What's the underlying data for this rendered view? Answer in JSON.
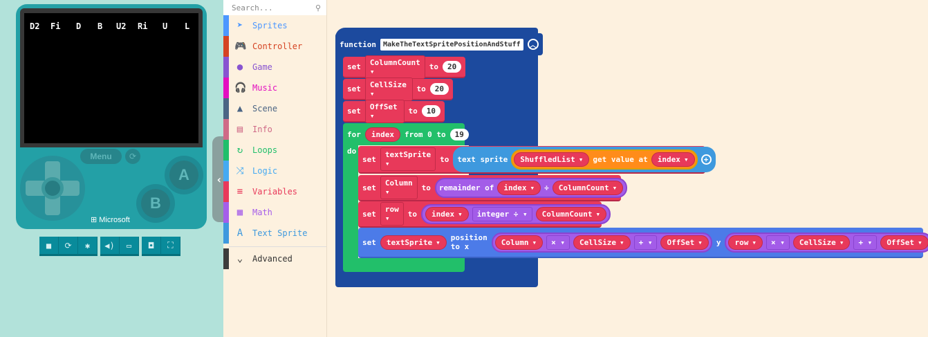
{
  "simulator": {
    "screen_text": [
      "D2",
      "Fi",
      "D",
      "B",
      "U2",
      "Ri",
      "U",
      "L"
    ],
    "menu_label": "Menu",
    "button_a": "A",
    "button_b": "B",
    "brand": "Microsoft",
    "toolbar_icons": [
      "stop-icon",
      "restart-icon",
      "debug-icon",
      "sound-icon",
      "keyboard-icon",
      "screenshot-icon",
      "fullscreen-icon"
    ]
  },
  "toolbox": {
    "search_placeholder": "Search...",
    "categories": [
      {
        "label": "Sprites",
        "color": "#4c97ff",
        "icon": "➤"
      },
      {
        "label": "Controller",
        "color": "#d54322",
        "icon": "🎮"
      },
      {
        "label": "Game",
        "color": "#8854d0",
        "icon": "●"
      },
      {
        "label": "Music",
        "color": "#e30fc0",
        "icon": "🎧"
      },
      {
        "label": "Scene",
        "color": "#4b6584",
        "icon": "▲"
      },
      {
        "label": "Info",
        "color": "#cf6a87",
        "icon": "▤"
      },
      {
        "label": "Loops",
        "color": "#20bf6b",
        "icon": "↻"
      },
      {
        "label": "Logic",
        "color": "#45aaf2",
        "icon": "⤨"
      },
      {
        "label": "Variables",
        "color": "#e8395a",
        "icon": "≡"
      },
      {
        "label": "Math",
        "color": "#a55eea",
        "icon": "▦"
      },
      {
        "label": "Text Sprite",
        "color": "#3e99de",
        "icon": "A"
      }
    ],
    "advanced": "Advanced"
  },
  "code": {
    "function_kw": "function",
    "function_name": "MakeTheTextSpritePositionAndStuff",
    "sets": [
      {
        "var": "ColumnCount",
        "value": "20"
      },
      {
        "var": "CellSize",
        "value": "20"
      },
      {
        "var": "OffSet",
        "value": "10"
      }
    ],
    "set_kw": "set",
    "to_kw": "to",
    "for": {
      "kw": "for",
      "var": "index",
      "from": "from 0 to",
      "to": "19",
      "do": "do"
    },
    "body": {
      "r1": {
        "var": "textSprite",
        "fn": "text sprite",
        "list": "ShuffledList",
        "get": "get value at",
        "idx": "index"
      },
      "r2": {
        "var": "Column",
        "fn": "remainder of",
        "a": "index",
        "op": "÷",
        "b": "ColumnCount"
      },
      "r3": {
        "var": "row",
        "a": "index",
        "op": "integer ÷",
        "b": "ColumnCount"
      },
      "r4": {
        "var": "textSprite",
        "fn": "position to x",
        "x": [
          "Column",
          "×",
          "CellSize",
          "+",
          "OffSet"
        ],
        "y_kw": "y",
        "y": [
          "row",
          "×",
          "CellSize",
          "+",
          "OffSet"
        ]
      }
    }
  }
}
